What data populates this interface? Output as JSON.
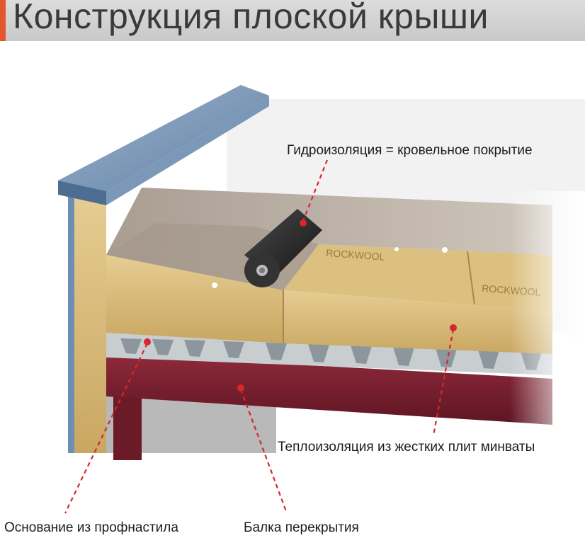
{
  "title": "Конструкция плоской крыши",
  "labels": {
    "waterproofing": "Гидроизоляция = кровельное покрытие",
    "insulation": "Теплоизоляция из жестких плит минваты",
    "deck": "Основание из профнастила",
    "beam": "Балка перекрытия"
  },
  "board_brand": "ROCKWOOL",
  "colors": {
    "accent": "#e4572e",
    "marker": "#d7262e",
    "insulation": "#d8b977",
    "membrane": "#b9aea3",
    "beam": "#7a1f2e",
    "deck": "#9aa3a8",
    "parapet_cap": "#6f8fb2",
    "roll": "#2a2a2a"
  }
}
